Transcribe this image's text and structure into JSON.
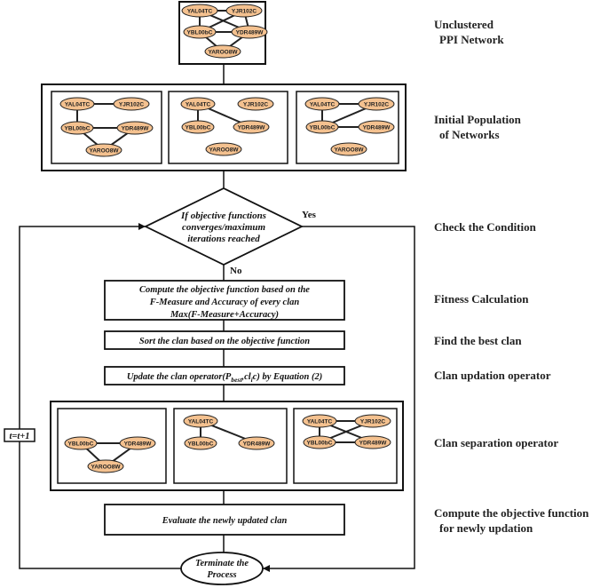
{
  "labels": {
    "unclustered_1": "Unclustered",
    "unclustered_2": "PPI Network",
    "initial_1": "Initial Population",
    "initial_2": "of Networks",
    "check": "Check the Condition",
    "fitness": "Fitness Calculation",
    "best": "Find the best clan",
    "updation": "Clan updation operator",
    "separation": "Clan separation operator",
    "compute_1": "Compute the objective function",
    "compute_2": "for newly updation"
  },
  "nodes": {
    "yal": "YAL04TC",
    "yjr": "YJR102C",
    "ybl": "YBL00bC",
    "ydr": "YDR489W",
    "yar": "YAROO8W"
  },
  "decision": {
    "line1": "If objective functions",
    "line2": "converges/maximum",
    "line3": "iterations reached",
    "yes": "Yes",
    "no": "No"
  },
  "steps": {
    "fitness_1": "Compute the objective function based on the",
    "fitness_2": "F-Measure and Accuracy of every clan",
    "fitness_3": "Max(F-Measure+Accuracy)",
    "sort": "Sort the clan based on the objective function",
    "update_prefix": "Update the clan operator(P",
    "update_sub": "best",
    "update_suffix": ",cl",
    "update_sub2": "i",
    "update_end": "c) by Equation (2)",
    "evaluate": "Evaluate the newly updated clan",
    "loop": "t=t+1",
    "terminate_1": "Terminate the",
    "terminate_2": "Process"
  }
}
